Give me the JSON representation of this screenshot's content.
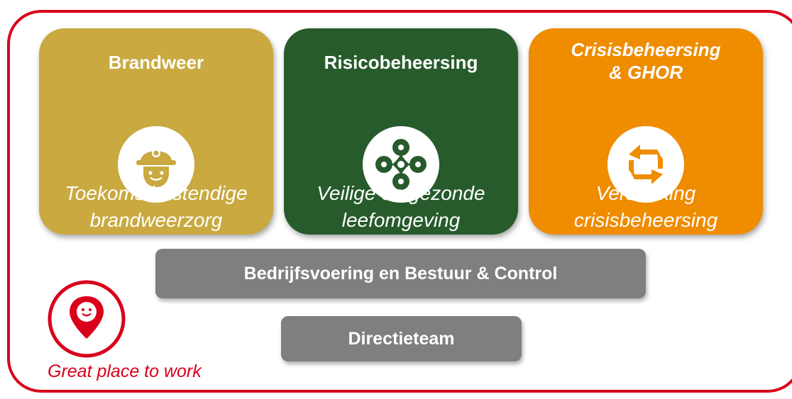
{
  "colors": {
    "frame": "#d9001b",
    "brandweer": "#c9a940",
    "risico": "#275b2c",
    "crisis": "#ef8c00",
    "bar": "#7f7f7f"
  },
  "cards": [
    {
      "title": "Brandweer",
      "title_lines": [
        "Brandweer"
      ],
      "icon": "firefighter-icon",
      "subtitle_lines": [
        "Toekomstbestendige",
        "brandweerzorg"
      ]
    },
    {
      "title": "Risicobeheersing",
      "title_lines": [
        "Risicobeheersing"
      ],
      "icon": "connected-nodes-icon",
      "subtitle_lines": [
        "Veilige en gezonde",
        "leefomgeving"
      ]
    },
    {
      "title": "Crisisbeheersing & GHOR",
      "title_lines": [
        "Crisisbeheersing",
        "& GHOR"
      ],
      "icon": "circular-arrows-icon",
      "subtitle_lines": [
        "Versterking",
        "crisisbeheersing"
      ]
    }
  ],
  "bars": {
    "operations": "Bedrijfsvoering en Bestuur & Control",
    "directors": "Directieteam"
  },
  "great_place": {
    "icon": "smiley-location-pin-icon",
    "label": "Great place to work"
  }
}
